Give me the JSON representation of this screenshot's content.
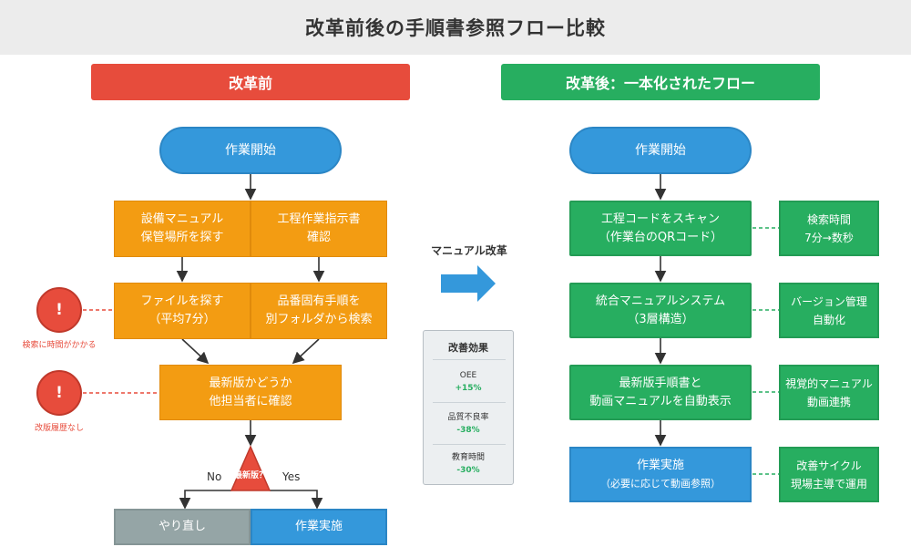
{
  "title": "改革前後の手順書参照フロー比較",
  "before": {
    "header": "改革前",
    "start": "作業開始",
    "box1": [
      "設備マニュアル",
      "保管場所を探す"
    ],
    "box2": [
      "工程作業指示書",
      "確認"
    ],
    "box3": [
      "ファイルを探す",
      "（平均7分）"
    ],
    "box4": [
      "品番固有手順を",
      "別フォルダから検索"
    ],
    "box5": [
      "最新版かどうか",
      "他担当者に確認"
    ],
    "decision": "最新版？",
    "no_label": "No",
    "yes_label": "Yes",
    "redo": "やり直し",
    "execute": "作業実施",
    "warning1": "検索に時間がかかる",
    "warning2": "改版履歴なし",
    "warn_mark": "!"
  },
  "middle": {
    "label": "マニュアル改革",
    "effect_title": "改善効果",
    "effects": [
      {
        "name": "OEE",
        "value": "+15%"
      },
      {
        "name": "品質不良率",
        "value": "-38%"
      },
      {
        "name": "教育時間",
        "value": "-30%"
      }
    ]
  },
  "after": {
    "header": "改革後：一本化されたフロー",
    "start": "作業開始",
    "step1": [
      "工程コードをスキャン",
      "（作業台のQRコード）"
    ],
    "step2": [
      "統合マニュアルシステム",
      "（3層構造）"
    ],
    "step3": [
      "最新版手順書と",
      "動画マニュアルを自動表示"
    ],
    "step4": [
      "作業実施",
      "（必要に応じて動画参照）"
    ],
    "side1": [
      "検索時間",
      "7分→数秒"
    ],
    "side2": [
      "バージョン管理",
      "自動化"
    ],
    "side3": [
      "視覚的マニュアル",
      "動画連携"
    ],
    "side4": [
      "改善サイクル",
      "現場主導で運用"
    ]
  },
  "colors": {
    "red": "#e74c3c",
    "green": "#27ae60",
    "orange": "#f39c12",
    "blue": "#3498db",
    "gray": "#95a5a6"
  }
}
